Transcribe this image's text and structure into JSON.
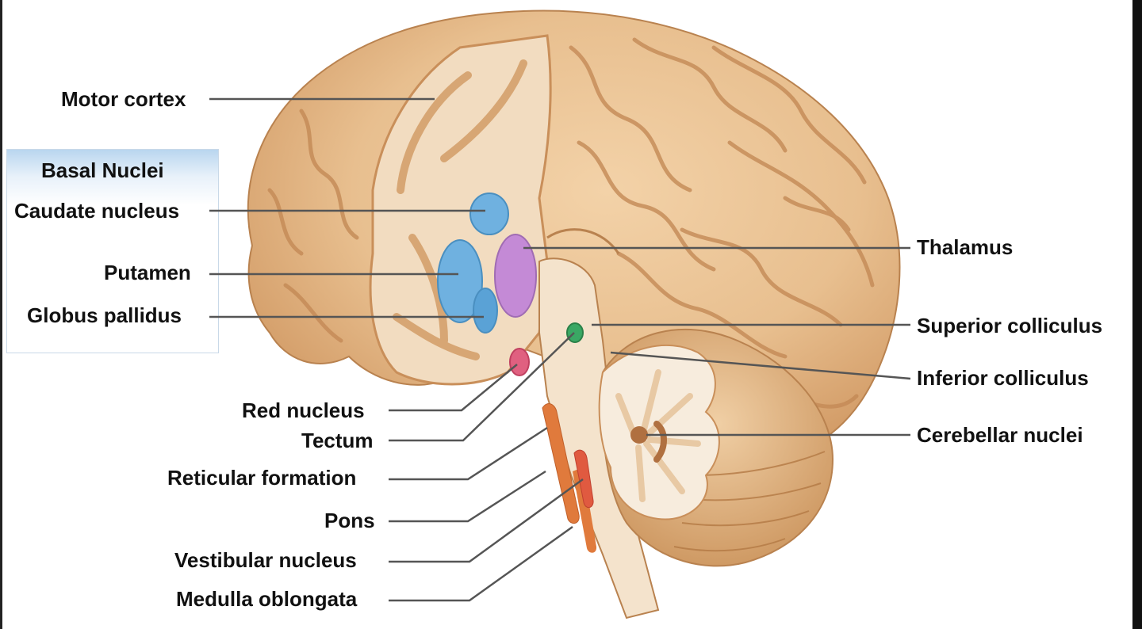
{
  "basal_nuclei": {
    "title": "Basal Nuclei",
    "caudate": "Caudate nucleus",
    "putamen": "Putamen",
    "globus": "Globus pallidus"
  },
  "labels": {
    "motor_cortex": "Motor cortex",
    "red_nucleus": "Red nucleus",
    "tectum": "Tectum",
    "reticular": "Reticular formation",
    "pons": "Pons",
    "vestibular": "Vestibular nucleus",
    "medulla": "Medulla oblongata",
    "thalamus": "Thalamus",
    "superior": "Superior colliculus",
    "inferior": "Inferior colliculus",
    "cerebellar": "Cerebellar nuclei"
  },
  "colors": {
    "cortex": "#e8bf8f",
    "cortex_shadow": "#c98f5a",
    "white_matter": "#f2dcc0",
    "caudate": "#6fb1e0",
    "putamen": "#6fb1e0",
    "thalamus": "#c48ad6",
    "red_nucleus": "#e06080",
    "tectum": "#3aa864",
    "reticular": "#e07a3c",
    "vestibular": "#e05a40",
    "leader_line": "#555555"
  }
}
